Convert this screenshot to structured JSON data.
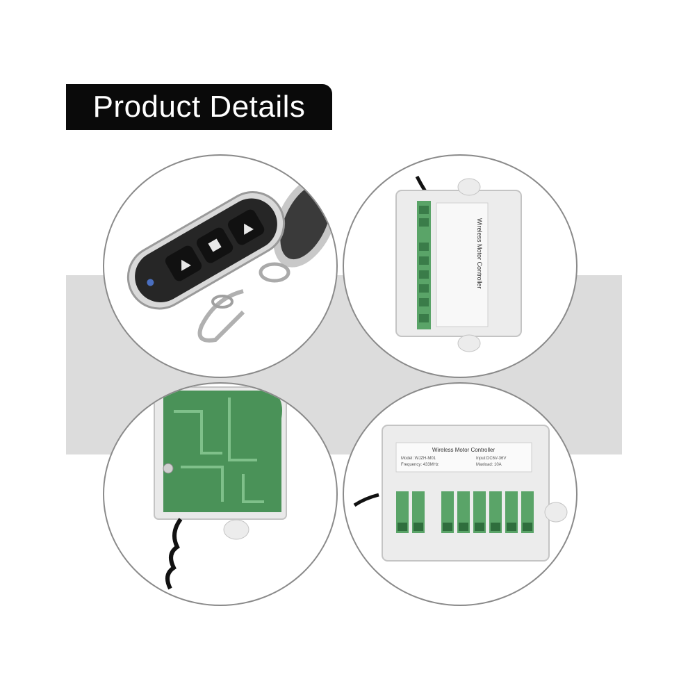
{
  "title": "Product Details",
  "colors": {
    "title_bg": "#0a0a0a",
    "title_text": "#ffffff",
    "band": "#dcdcdc",
    "circle_border": "#8a8a8a",
    "pcb_green": "#3f8a4e"
  },
  "controller_label": {
    "name": "Wireless Motor Controller",
    "model": "Model: WJZH-M01",
    "input": "Input:DC6V-36V",
    "frequency": "Frequency: 433MHz",
    "maxload": "Maxload: 10A"
  }
}
